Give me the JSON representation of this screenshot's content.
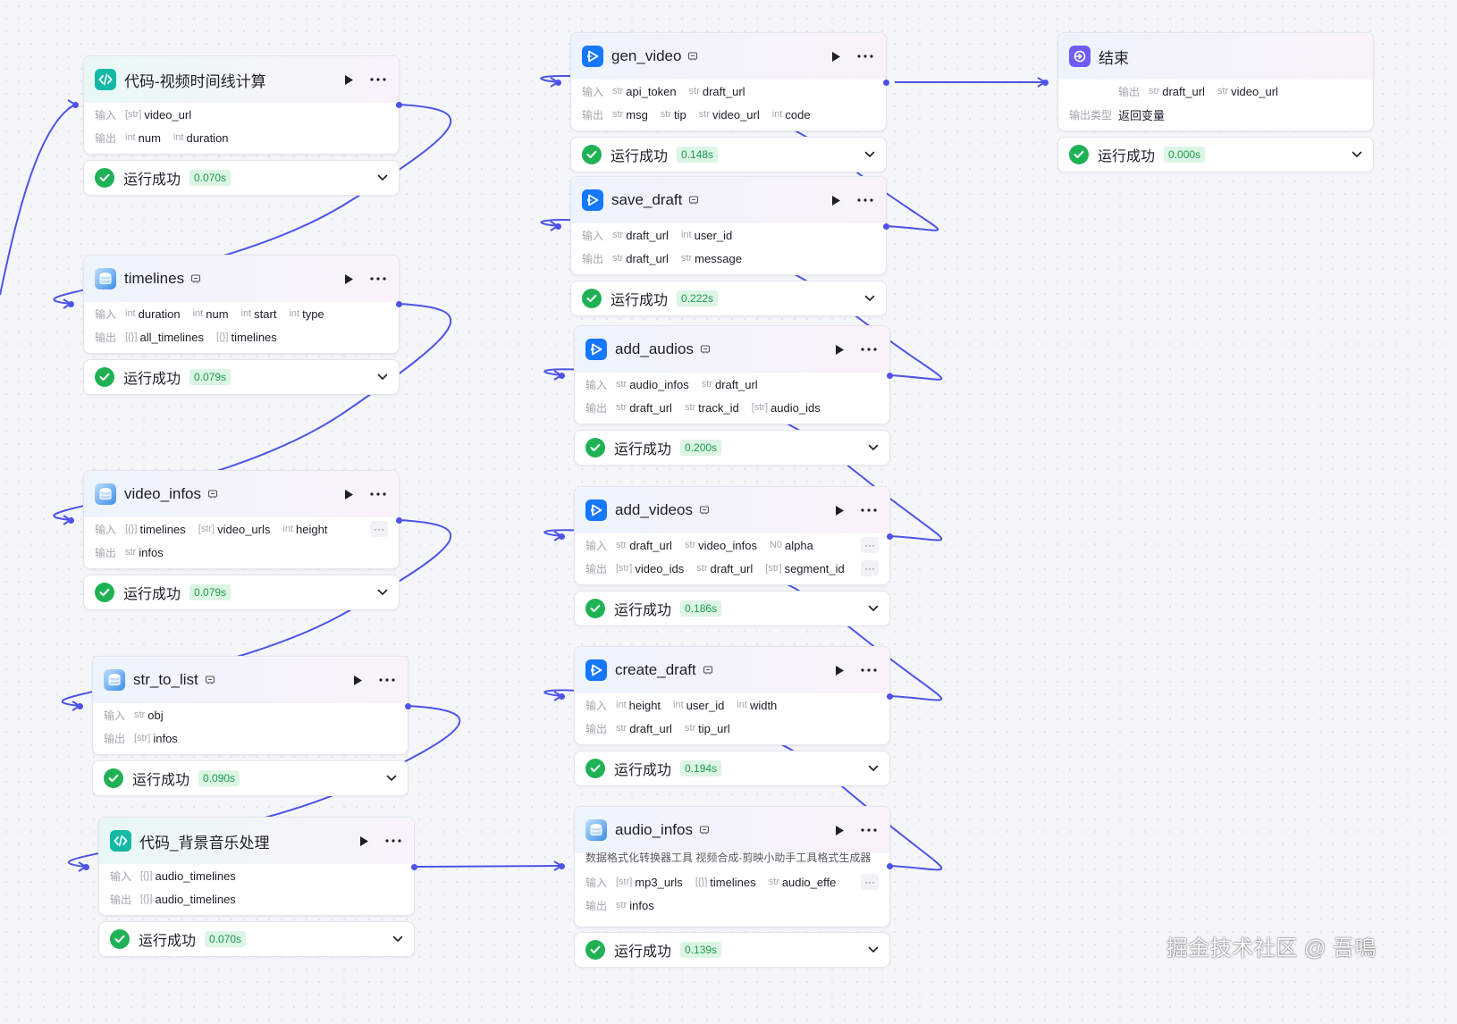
{
  "labels": {
    "input": "输入",
    "output": "输出",
    "output_type": "输出类型"
  },
  "colors": {
    "wire": "#4d53e8",
    "success": "#1fb255",
    "canvas": "#f5f6fa"
  },
  "nodes": [
    {
      "id": "code-timeline",
      "title": "代码-视频时间线计算",
      "icon": "code-icon",
      "kind": "code",
      "inputs": [
        {
          "type": "[str]",
          "name": "video_url"
        }
      ],
      "outputs": [
        {
          "type": "int",
          "name": "num"
        },
        {
          "type": "int",
          "name": "duration"
        }
      ],
      "status": {
        "text": "运行成功",
        "time": "0.070s"
      }
    },
    {
      "id": "timelines",
      "title": "timelines",
      "icon": "database-icon",
      "kind": "plugin",
      "inputs": [
        {
          "type": "int",
          "name": "duration"
        },
        {
          "type": "int",
          "name": "num"
        },
        {
          "type": "int",
          "name": "start"
        },
        {
          "type": "int",
          "name": "type"
        }
      ],
      "outputs": [
        {
          "type": "[{}]",
          "name": "all_timelines"
        },
        {
          "type": "[{}]",
          "name": "timelines"
        }
      ],
      "status": {
        "text": "运行成功",
        "time": "0.079s"
      }
    },
    {
      "id": "video-infos",
      "title": "video_infos",
      "icon": "database-icon",
      "kind": "plugin",
      "inputs": [
        {
          "type": "[{}]",
          "name": "timelines"
        },
        {
          "type": "[str]",
          "name": "video_urls"
        },
        {
          "type": "int",
          "name": "height"
        }
      ],
      "inputs_more": "···",
      "outputs": [
        {
          "type": "str",
          "name": "infos"
        }
      ],
      "status": {
        "text": "运行成功",
        "time": "0.079s"
      }
    },
    {
      "id": "str-to-list",
      "title": "str_to_list",
      "icon": "database-icon",
      "kind": "plugin",
      "inputs": [
        {
          "type": "str",
          "name": "obj"
        }
      ],
      "outputs": [
        {
          "type": "[str]",
          "name": "infos"
        }
      ],
      "status": {
        "text": "运行成功",
        "time": "0.090s"
      }
    },
    {
      "id": "code-bgm",
      "title": "代码_背景音乐处理",
      "icon": "code-icon",
      "kind": "code",
      "inputs": [
        {
          "type": "[{}]",
          "name": "audio_timelines"
        }
      ],
      "outputs": [
        {
          "type": "[{}]",
          "name": "audio_timelines"
        }
      ],
      "status": {
        "text": "运行成功",
        "time": "0.070s"
      }
    },
    {
      "id": "gen-video",
      "title": "gen_video",
      "icon": "media-icon",
      "kind": "plugin",
      "inputs": [
        {
          "type": "str",
          "name": "api_token"
        },
        {
          "type": "str",
          "name": "draft_url"
        }
      ],
      "outputs": [
        {
          "type": "str",
          "name": "msg"
        },
        {
          "type": "str",
          "name": "tip"
        },
        {
          "type": "str",
          "name": "video_url"
        },
        {
          "type": "int",
          "name": "code"
        }
      ],
      "status": {
        "text": "运行成功",
        "time": "0.148s"
      }
    },
    {
      "id": "save-draft",
      "title": "save_draft",
      "icon": "media-icon",
      "kind": "plugin",
      "inputs": [
        {
          "type": "str",
          "name": "draft_url"
        },
        {
          "type": "int",
          "name": "user_id"
        }
      ],
      "outputs": [
        {
          "type": "str",
          "name": "draft_url"
        },
        {
          "type": "str",
          "name": "message"
        }
      ],
      "status": {
        "text": "运行成功",
        "time": "0.222s"
      }
    },
    {
      "id": "add-audios",
      "title": "add_audios",
      "icon": "media-icon",
      "kind": "plugin",
      "inputs": [
        {
          "type": "str",
          "name": "audio_infos"
        },
        {
          "type": "str",
          "name": "draft_url"
        }
      ],
      "outputs": [
        {
          "type": "str",
          "name": "draft_url"
        },
        {
          "type": "str",
          "name": "track_id"
        },
        {
          "type": "[str]",
          "name": "audio_ids"
        }
      ],
      "status": {
        "text": "运行成功",
        "time": "0.200s"
      }
    },
    {
      "id": "add-videos",
      "title": "add_videos",
      "icon": "media-icon",
      "kind": "plugin",
      "inputs": [
        {
          "type": "str",
          "name": "draft_url"
        },
        {
          "type": "str",
          "name": "video_infos"
        },
        {
          "type": "N0",
          "name": "alpha"
        }
      ],
      "inputs_more": "···",
      "outputs": [
        {
          "type": "[str]",
          "name": "video_ids"
        },
        {
          "type": "str",
          "name": "draft_url"
        },
        {
          "type": "[str]",
          "name": "segment_id"
        }
      ],
      "outputs_more": "···",
      "status": {
        "text": "运行成功",
        "time": "0.186s"
      }
    },
    {
      "id": "create-draft",
      "title": "create_draft",
      "icon": "media-icon",
      "kind": "plugin",
      "inputs": [
        {
          "type": "int",
          "name": "height"
        },
        {
          "type": "int",
          "name": "user_id"
        },
        {
          "type": "int",
          "name": "width"
        }
      ],
      "outputs": [
        {
          "type": "str",
          "name": "draft_url"
        },
        {
          "type": "str",
          "name": "tip_url"
        }
      ],
      "status": {
        "text": "运行成功",
        "time": "0.194s"
      }
    },
    {
      "id": "audio-infos",
      "title": "audio_infos",
      "icon": "database-icon",
      "kind": "plugin",
      "description": "数据格式化转换器工具 视频合成-剪映小助手工具格式生成器",
      "inputs": [
        {
          "type": "[str]",
          "name": "mp3_urls"
        },
        {
          "type": "[{}]",
          "name": "timelines"
        },
        {
          "type": "str",
          "name": "audio_effe"
        }
      ],
      "inputs_more": "···",
      "outputs": [
        {
          "type": "str",
          "name": "infos"
        }
      ],
      "status": {
        "text": "运行成功",
        "time": "0.139s"
      }
    },
    {
      "id": "end",
      "title": "结束",
      "icon": "end-icon",
      "kind": "end",
      "inputs": [],
      "outputs": [
        {
          "type": "str",
          "name": "draft_url"
        },
        {
          "type": "str",
          "name": "video_url"
        }
      ],
      "output_type": "返回变量",
      "status": {
        "text": "运行成功",
        "time": "0.000s"
      }
    }
  ],
  "watermark": "掘金技术社区 @ 吾鳴"
}
